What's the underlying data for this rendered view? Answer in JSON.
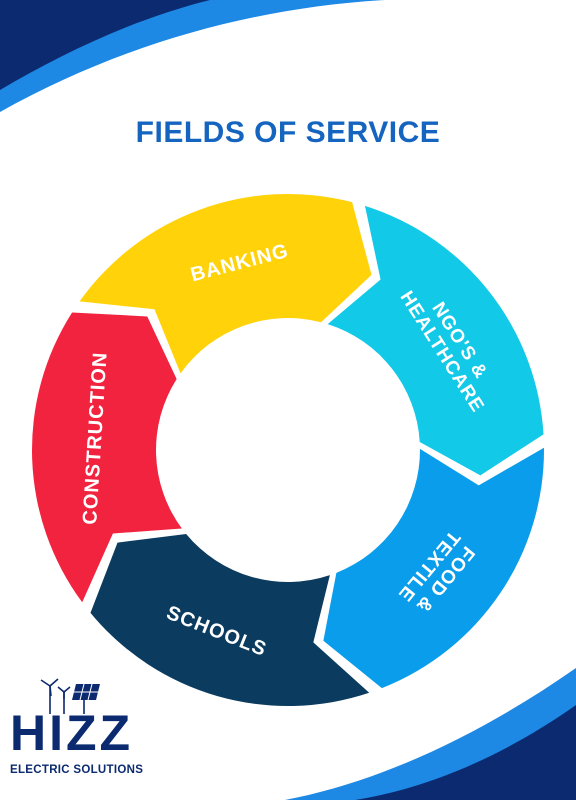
{
  "title": "FIELDS OF SERVICE",
  "segments": [
    {
      "label_lines": [
        "BANKING"
      ],
      "color": "#FFD20A",
      "icon": "arrow-segment"
    },
    {
      "label_lines": [
        "NGO'S &",
        "HEALTHCARE"
      ],
      "color": "#12C9E8",
      "icon": "arrow-segment"
    },
    {
      "label_lines": [
        "FOOD &",
        "TEXTILE"
      ],
      "color": "#0A9DEB",
      "icon": "arrow-segment"
    },
    {
      "label_lines": [
        "SCHOOLS"
      ],
      "color": "#0B3C5F",
      "icon": "arrow-segment"
    },
    {
      "label_lines": [
        "CONSTRUCTION"
      ],
      "color": "#F2233F",
      "icon": "arrow-segment"
    }
  ],
  "logo": {
    "name": "HIZZ",
    "tagline": "ELECTRIC SOLUTIONS",
    "icons": [
      "wind-turbine-icon",
      "solar-panel-icon"
    ]
  },
  "colors": {
    "brand_dark": "#0B2A6F",
    "brand_blue": "#1565C0",
    "brand_light_blue": "#1E88E5"
  }
}
